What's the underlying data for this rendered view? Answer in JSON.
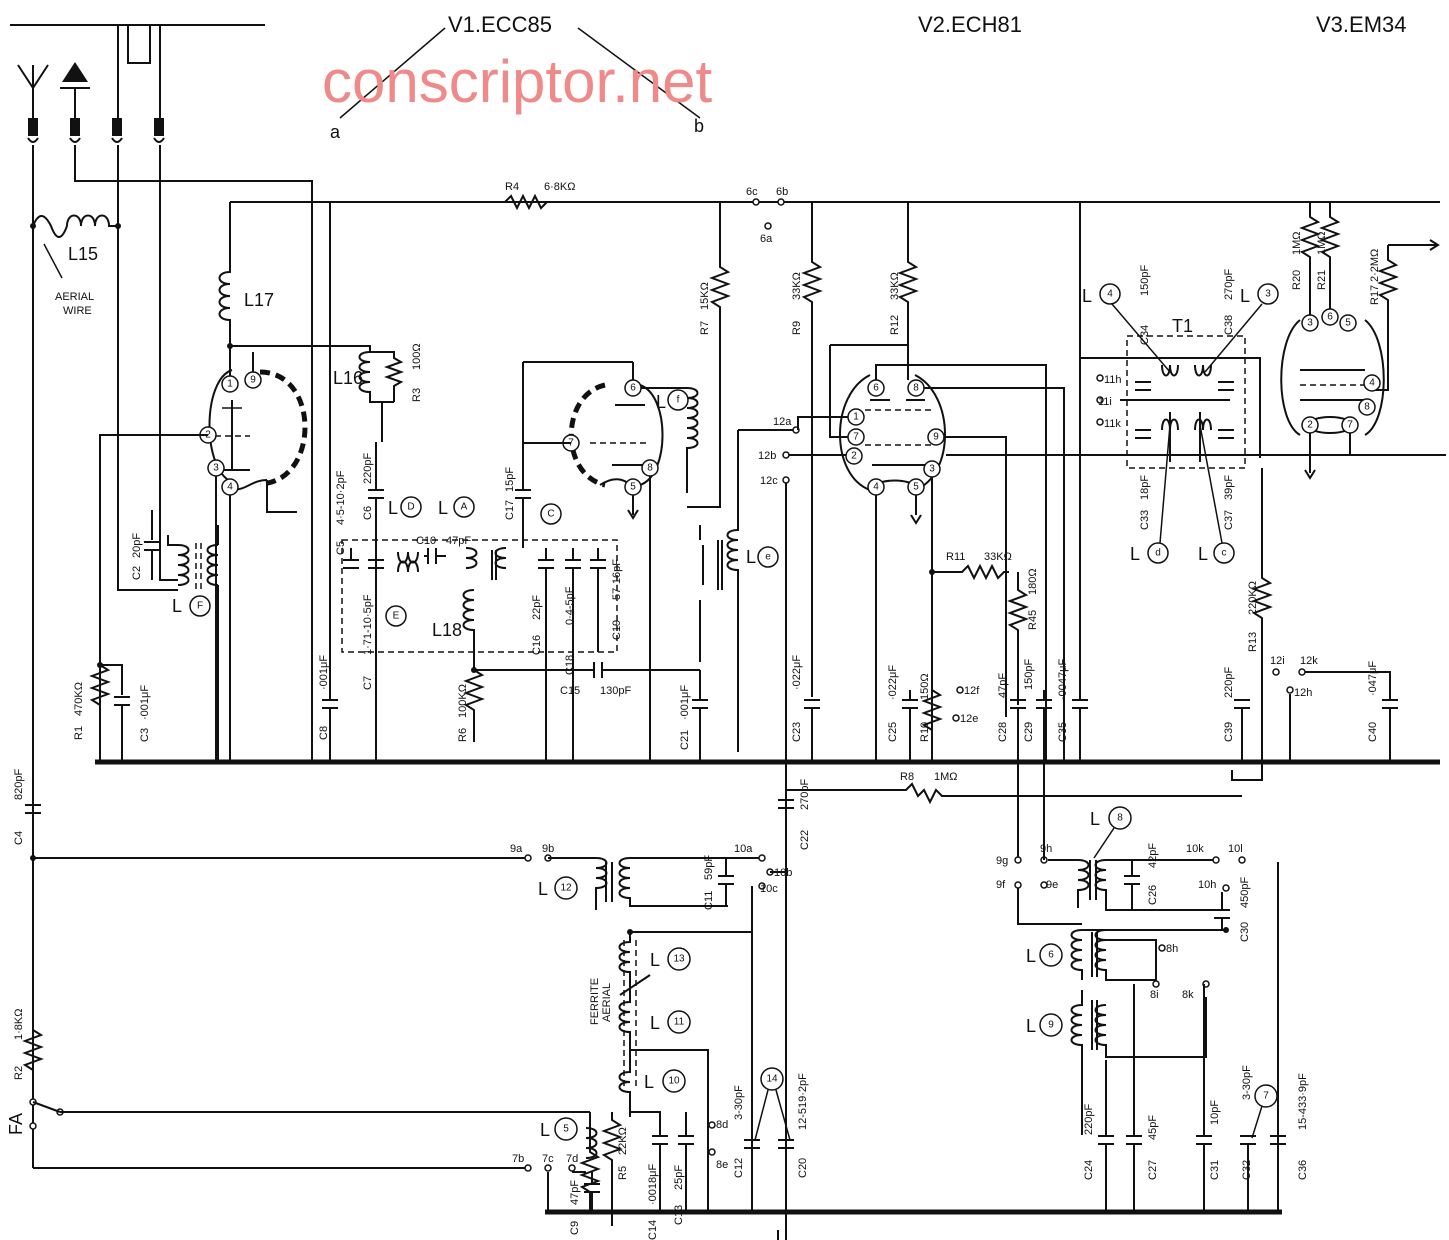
{
  "valves": {
    "v1": "V1.ECC85",
    "v2": "V2.ECH81",
    "v3": "V3.EM34",
    "v1_a": "a",
    "v1_b": "b"
  },
  "watermark": "conscriptor.net",
  "aerial_wire": [
    "AERIAL",
    "WIRE"
  ],
  "ferrite_aerial": [
    "FERRITE",
    "AERIAL"
  ],
  "switch_label": "FA",
  "resistors": {
    "R1": "R1",
    "R1v": "470KΩ",
    "R2": "R2",
    "R2v": "1·8KΩ",
    "R3": "R3",
    "R3v": "100Ω",
    "R4": "R4",
    "R4v": "6·8KΩ",
    "R5": "R5",
    "R5v": "22KΩ",
    "R6": "R6",
    "R6v": "100KΩ",
    "R7": "R7",
    "R7v": "15KΩ",
    "R8": "R8",
    "R8v": "1MΩ",
    "R9": "R9",
    "R9v": "33KΩ",
    "R10": "R10",
    "R10v": "150Ω",
    "R11": "R11",
    "R11v": "33KΩ",
    "R12": "R12",
    "R12v": "33KΩ",
    "R13": "R13",
    "R13v": "220KΩ",
    "R17": "R17",
    "R17v": "2·2MΩ",
    "R20": "R20",
    "R20v": "1MΩ",
    "R21": "R21",
    "R21v": "1MΩ",
    "R45": "R45",
    "R45v": "180Ω"
  },
  "capacitors": {
    "C2": "C2",
    "C2v": "20pF",
    "C3": "C3",
    "C3v": "·001μF",
    "C4": "C4",
    "C4v": "820pF",
    "C5": "C5",
    "C5v": "4·5-10·2pF",
    "C6": "C6",
    "C6v": "220pF",
    "C7": "C7",
    "C7v": "1·71-10·5pF",
    "C8": "C8",
    "C8v": "·001μF",
    "C9": "C9",
    "C9v": "47pF",
    "C10": "C10",
    "C10v": "47pF",
    "C11": "C11",
    "C11v": "59pF",
    "C12": "C12",
    "C12v": "3-30pF",
    "C13": "C13",
    "C13v": "25pF",
    "C14": "C14",
    "C14v": "·0018μF",
    "C15": "C15",
    "C15v": "130pF",
    "C16": "C16",
    "C16v": "22pF",
    "C17": "C17",
    "C17v": "15pF",
    "C18": "C18",
    "C18v": "0·4-5pF",
    "C19": "C19",
    "C19v": "57-16pF",
    "C20": "C20",
    "C20v": "12-519·2pF",
    "C21": "C21",
    "C21v": "·001μF",
    "C22": "C22",
    "C22v": "270pF",
    "C23": "C23",
    "C23v": "·022μF",
    "C24": "C24",
    "C24v": "220pF",
    "C25": "C25",
    "C25v": "·022μF",
    "C26": "C26",
    "C26v": "42pF",
    "C27": "C27",
    "C27v": "45pF",
    "C28": "C28",
    "C28v": "47pF",
    "C29": "C29",
    "C29v": "150pF",
    "C30": "C30",
    "C30v": "450pF",
    "C31": "C31",
    "C31v": "10pF",
    "C32": "C32",
    "C32v": "3-30pF",
    "C33": "C33",
    "C33v": "18pF",
    "C34": "C34",
    "C34v": "150pF",
    "C35": "C35",
    "C35v": "·0047μF",
    "C36": "C36",
    "C36v": "15-433·9pF",
    "C37": "C37",
    "C37v": "39pF",
    "C38": "C38",
    "C38v": "270pF",
    "C39": "C39",
    "C39v": "220pF",
    "C40": "C40",
    "C40v": "·047μF"
  },
  "coils": {
    "L15": "L15",
    "L16": "L16",
    "L17": "L17",
    "L18": "L18",
    "LF": "L",
    "LFc": "F",
    "LA": "L",
    "LAc": "A",
    "LC": "C",
    "LD": "L",
    "LDc": "D",
    "LE": "E",
    "Lf": "L",
    "Lfc": "f",
    "Le": "L",
    "Lec": "e",
    "L4": "L",
    "L4c": "4",
    "L3": "L",
    "L3c": "3",
    "Ld": "L",
    "Ldc": "d",
    "Lc": "L",
    "Lcc": "c",
    "L8": "L",
    "L8c": "8",
    "L12": "L",
    "L12c": "12",
    "L13": "L",
    "L13c": "13",
    "L11": "L",
    "L11c": "11",
    "L10": "L",
    "L10c": "10",
    "L5": "L",
    "L5c": "5",
    "L6": "L",
    "L6c": "6",
    "L9": "L",
    "L9c": "9",
    "n14": "14",
    "n7": "7",
    "T1": "T1"
  },
  "terminals": {
    "t6c": "6c",
    "t6b": "6b",
    "t6a": "6a",
    "t12a": "12a",
    "t12b": "12b",
    "t12c": "12c",
    "t11h": "11h",
    "t11i": "11i",
    "t11k": "11k",
    "t12f": "12f",
    "t12e": "12e",
    "t12i": "12i",
    "t12k": "12k",
    "t12h": "12h",
    "t9a": "9a",
    "t9b": "9b",
    "t10a": "10a",
    "t10b": "10b",
    "t10c": "10c",
    "t9g": "9g",
    "t9h": "9h",
    "t9f": "9f",
    "t9e": "9e",
    "t10k": "10k",
    "t10l": "10l",
    "t10h": "10h",
    "t8h": "8h",
    "t8i": "8i",
    "t8k": "8k",
    "t8d": "8d",
    "t8e": "8e",
    "t7b": "7b",
    "t7c": "7c",
    "t7d": "7d"
  },
  "pins": {
    "v1a": [
      "1",
      "9",
      "2",
      "3",
      "4"
    ],
    "v1b": [
      "6",
      "7",
      "8",
      "5"
    ],
    "v2": [
      "6",
      "8",
      "1",
      "7",
      "9",
      "2",
      "3",
      "4",
      "5"
    ],
    "v3": [
      "3",
      "6",
      "5",
      "4",
      "8",
      "2",
      "7"
    ]
  }
}
